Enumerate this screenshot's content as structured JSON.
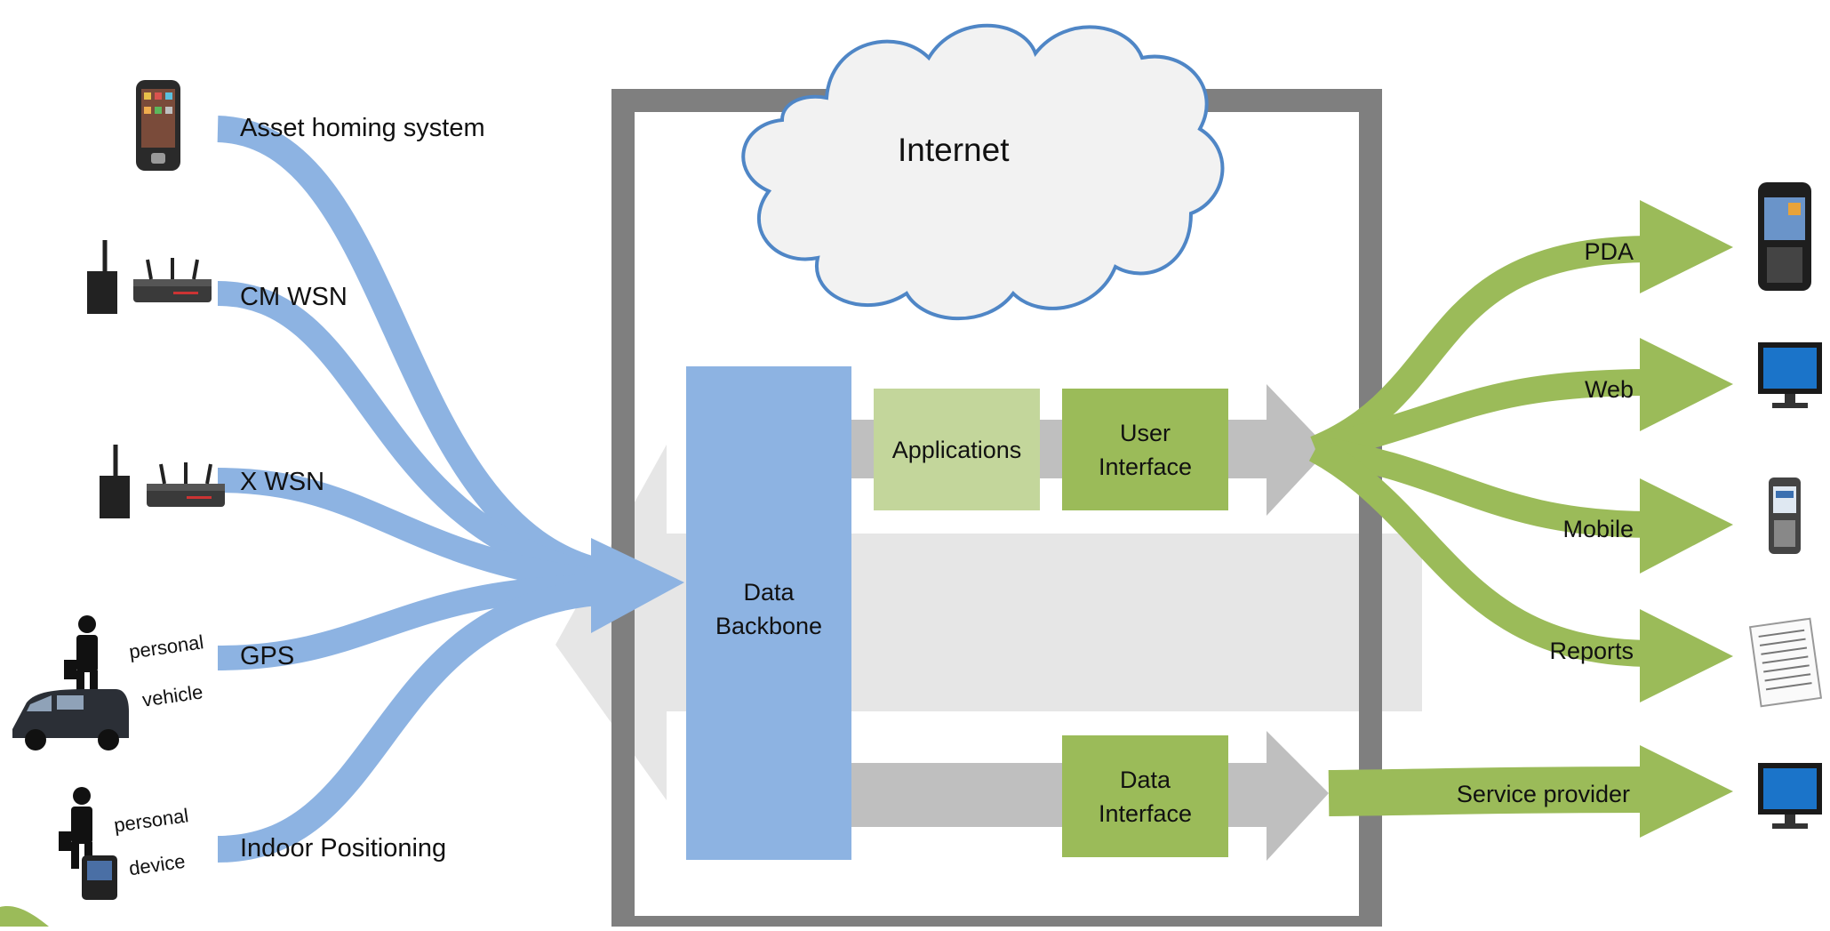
{
  "cloud": {
    "label": "Internet"
  },
  "backbone": {
    "label_line1": "Data",
    "label_line2": "Backbone"
  },
  "boxes": {
    "applications": "Applications",
    "user_interface_line1": "User",
    "user_interface_line2": "Interface",
    "data_interface_line1": "Data",
    "data_interface_line2": "Interface"
  },
  "sources": [
    {
      "label": "Asset homing system",
      "icon": "smartphone-icon"
    },
    {
      "label": "CM WSN",
      "icon": "wireless-router-icon"
    },
    {
      "label": "X WSN",
      "icon": "wireless-router-icon"
    },
    {
      "label": "GPS",
      "icon": "person-and-van-icon",
      "sub1": "personal",
      "sub2": "vehicle"
    },
    {
      "label": "Indoor Positioning",
      "icon": "person-and-device-icon",
      "sub1": "personal",
      "sub2": "device"
    }
  ],
  "outputs": [
    {
      "label": "PDA",
      "icon": "pda-icon"
    },
    {
      "label": "Web",
      "icon": "monitor-icon"
    },
    {
      "label": "Mobile",
      "icon": "mobile-phone-icon"
    },
    {
      "label": "Reports",
      "icon": "report-document-icon"
    },
    {
      "label": "Service provider",
      "icon": "monitor-icon"
    }
  ],
  "colors": {
    "blue_flow": "#8db3e2",
    "green_flow": "#9bbb59",
    "light_green": "#c3d69b",
    "grey_arrow": "#bfbfbf",
    "frame": "#7f7f7f",
    "cloud_stroke": "#4f86c6"
  }
}
